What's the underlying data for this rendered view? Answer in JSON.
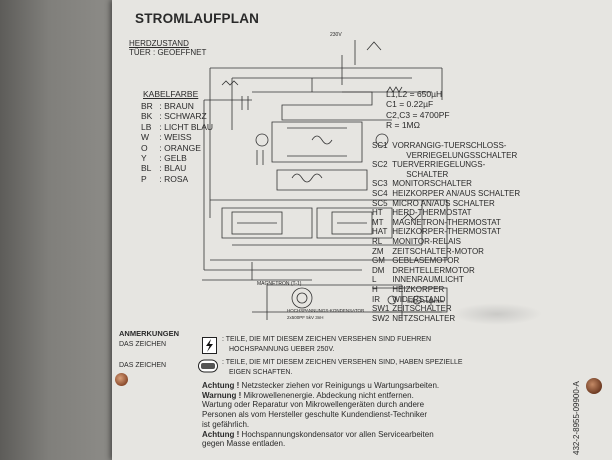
{
  "title": "STROMLAUFPLAN",
  "header": [
    "HERDZUSTAND",
    "TÜER : GEOEFFNET"
  ],
  "legend_kabel": {
    "title": "KABELFARBE",
    "rows": [
      {
        "code": "BR",
        "name": "BRAUN"
      },
      {
        "code": "BK",
        "name": "SCHWARZ"
      },
      {
        "code": "LB",
        "name": "LICHT BLAU"
      },
      {
        "code": "W",
        "name": "WEISS"
      },
      {
        "code": "O",
        "name": "ORANGE"
      },
      {
        "code": "Y",
        "name": "GELB"
      },
      {
        "code": "BL",
        "name": "BLAU"
      },
      {
        "code": "P",
        "name": "ROSA"
      }
    ]
  },
  "values": [
    "L1,L2 = 650µH",
    "C1 = 0.22µF",
    "C2,C3 = 4700PF",
    "R = 1MΩ"
  ],
  "components": [
    {
      "code": "SC1",
      "desc": "VORRANGIG-TUERSCHLOSS-"
    },
    {
      "code": "",
      "desc": "VERRIEGELUNGSSCHALTER"
    },
    {
      "code": "SC2",
      "desc": "TUERVERRIEGELUNGS-"
    },
    {
      "code": "",
      "desc": "SCHALTER"
    },
    {
      "code": "SC3",
      "desc": "MONITORSCHALTER"
    },
    {
      "code": "SC4",
      "desc": "HEIZKORPER AN/AUS SCHALTER"
    },
    {
      "code": "SC5",
      "desc": "MICRO AN/AUS SCHALTER"
    },
    {
      "code": "HT",
      "desc": "HERD-THERMOSTAT"
    },
    {
      "code": "MT",
      "desc": "MAGNETRON-THERMOSTAT"
    },
    {
      "code": "HAT",
      "desc": "HEIZKORPER-THERMOSTAT"
    },
    {
      "code": "RL",
      "desc": "MONITOR-RELAIS"
    },
    {
      "code": "ZM",
      "desc": "ZEITSCHALTER-MOTOR"
    },
    {
      "code": "GM",
      "desc": "GEBLASEMOTOR"
    },
    {
      "code": "DM",
      "desc": "DREHTELLERMOTOR"
    },
    {
      "code": "L",
      "desc": "INNENRAUMLICHT"
    },
    {
      "code": "H",
      "desc": "HEIZKORPER"
    },
    {
      "code": "IR",
      "desc": "WIDERSTAND"
    },
    {
      "code": "SW1",
      "desc": "ZEITSCHALTER"
    },
    {
      "code": "SW2",
      "desc": "NETZSCHALTER"
    }
  ],
  "diagram_labels": {
    "volt": "230V",
    "magnetron": "MAGNETRON (T-1)",
    "netz": "HOCHSPANNUNGS-KONDENSATOR",
    "gleich": "GLEICHRICHTER",
    "hv": "2x500PF 5kV 3nH"
  },
  "anmerkungen": {
    "title": "ANMERKUNGEN",
    "rows": [
      {
        "label": "DAS ZEICHEN",
        "text1": ": TEILE, DIE MIT DIESEM ZEICHEN VERSEHEN SIND FUEHREN",
        "text2": "HOCHSPANNUNG UEBER 250V."
      },
      {
        "label": "DAS ZEICHEN",
        "text1": ": TEILE, DIE MIT DIESEM ZEICHEN VERSEHEN SIND, HABEN SPEZIELLE",
        "text2": "EIGEN SCHAFTEN."
      }
    ]
  },
  "warnings": [
    {
      "bold": "Achtung !",
      "text": " Netzstecker ziehen vor Reinigungs u Wartungsarbeiten."
    },
    {
      "bold": "Warnung !",
      "text": " Mikrowellenenergie. Abdeckung nicht entfernen."
    },
    {
      "bold": "",
      "text": "Wartung oder Reparatur  von Mikrowellengeräten durch andere"
    },
    {
      "bold": "",
      "text": "Personen als vom Hersteller geschulte Kundendienst-Techniker"
    },
    {
      "bold": "",
      "text": "ist gefährlich."
    },
    {
      "bold": "Achtung !",
      "text": " Hochspannungskondensator vor allen Servicearbeiten"
    },
    {
      "bold": "",
      "text": "gegen Masse entladen."
    }
  ],
  "part_number": "432-2-8955-09900-A",
  "colors": {
    "paper": "#e6e5e1",
    "ink": "#2a2a2a",
    "background": "#7d7c78"
  }
}
